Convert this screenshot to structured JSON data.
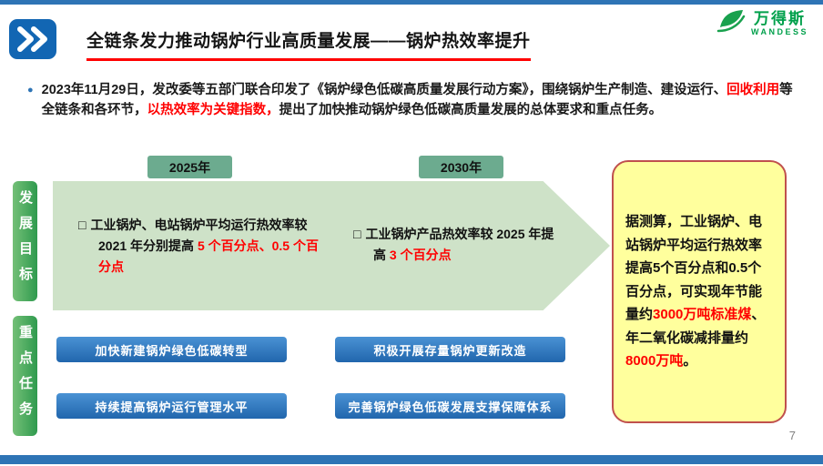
{
  "header": {
    "title": "全链条发力推动锅炉行业高质量发展——锅炉热效率提升"
  },
  "logo": {
    "cn": "万得斯",
    "en": "WANDESS"
  },
  "icons": {
    "bullet": "●",
    "checkbox": "□"
  },
  "colors": {
    "accent_blue": "#2E74B5",
    "badge_blue": "#1266B3",
    "brand_green": "#00A04B",
    "label_green": "#2F9A4E",
    "arrow_green": "#CEE2C8",
    "milestone_green": "#6CAB8F",
    "note_yellow": "#FFFF9D",
    "note_border": "#C0504D",
    "highlight_red": "#FF0000"
  },
  "intro": {
    "s1": "2023年11月29日，发改委等五部门联合印发了《锅炉绿色低碳高质量发展行动方案》，围绕锅炉生产制造、建设运行、",
    "s2": "回收利用",
    "s3": "等全链条和各环节，",
    "s4": "以热效率为关键指数，",
    "s5": "提出了加快推动锅炉绿色低碳高质量发展的总体要求和重点任务。"
  },
  "sections": {
    "goals_label": "发展目标",
    "tasks_label": "重点任务"
  },
  "timeline": {
    "milestones": [
      "2025年",
      "2030年"
    ]
  },
  "goals": [
    {
      "s1": "工业锅炉、电站锅炉平均运行热效率较 2021 年分别提高 ",
      "s2": "5 个百分点、0.5 个百分点"
    },
    {
      "s1": "工业锅炉产品热效率较 2025 年提高 ",
      "s2": "3 个百分点"
    }
  ],
  "tasks": [
    "加快新建锅炉绿色低碳转型",
    "积极开展存量锅炉更新改造",
    "持续提高锅炉运行管理水平",
    "完善锅炉绿色低碳发展支撑保障体系"
  ],
  "note": {
    "s1": "据测算，工业锅炉、电站锅炉平均运行热效率提高5个百分点和0.5个百分点，可实现年节能量约",
    "s2": "3000万吨标准煤",
    "s3": "、年二氧化碳减排量约",
    "s4": "8000万吨",
    "s5": "。"
  },
  "footer": {
    "page": "7"
  }
}
